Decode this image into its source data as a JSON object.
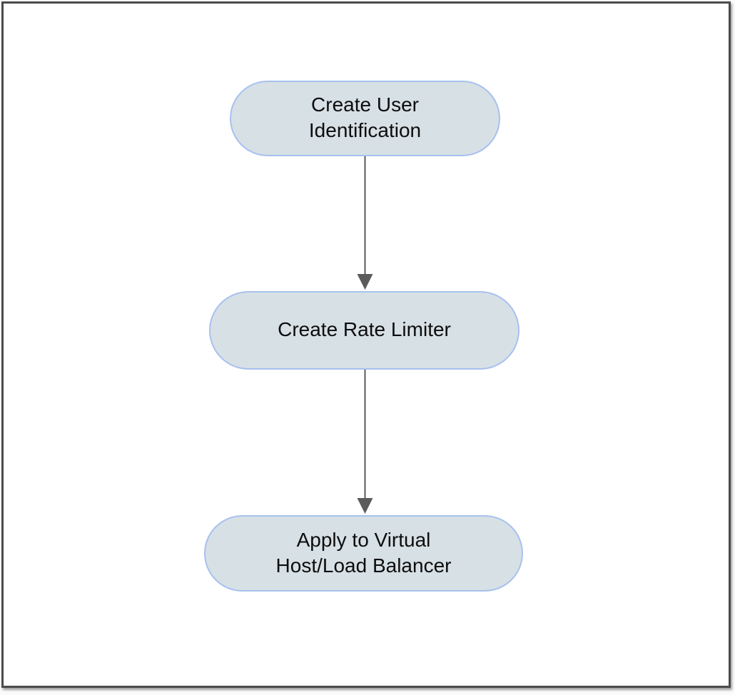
{
  "diagram": {
    "type": "flowchart",
    "nodes": [
      {
        "id": "create-user-identification",
        "label": "Create User\nIdentification"
      },
      {
        "id": "create-rate-limiter",
        "label": "Create Rate Limiter"
      },
      {
        "id": "apply-to-virtual-host-load-balancer",
        "label": "Apply to Virtual\nHost/Load Balancer"
      }
    ],
    "edges": [
      {
        "from": "create-user-identification",
        "to": "create-rate-limiter"
      },
      {
        "from": "create-rate-limiter",
        "to": "apply-to-virtual-host-load-balancer"
      }
    ]
  },
  "colors": {
    "node_fill": "#d7e0e5",
    "node_border": "#a7c1ef",
    "node_text": "#0d0d0d",
    "arrow": "#5b5b5b",
    "frame_border": "#4b4b4b",
    "canvas_background": "#ffffff"
  }
}
